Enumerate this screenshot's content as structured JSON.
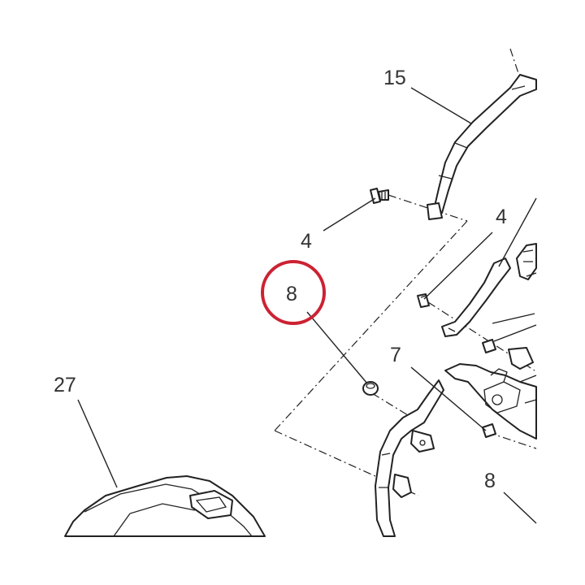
{
  "callouts": {
    "c15": "15",
    "c4a": "4",
    "c4b": "4",
    "c8a": "8",
    "c7": "7",
    "c8b": "8",
    "c27": "27"
  },
  "highlight": {
    "target": "8",
    "color": "#cc2233"
  }
}
